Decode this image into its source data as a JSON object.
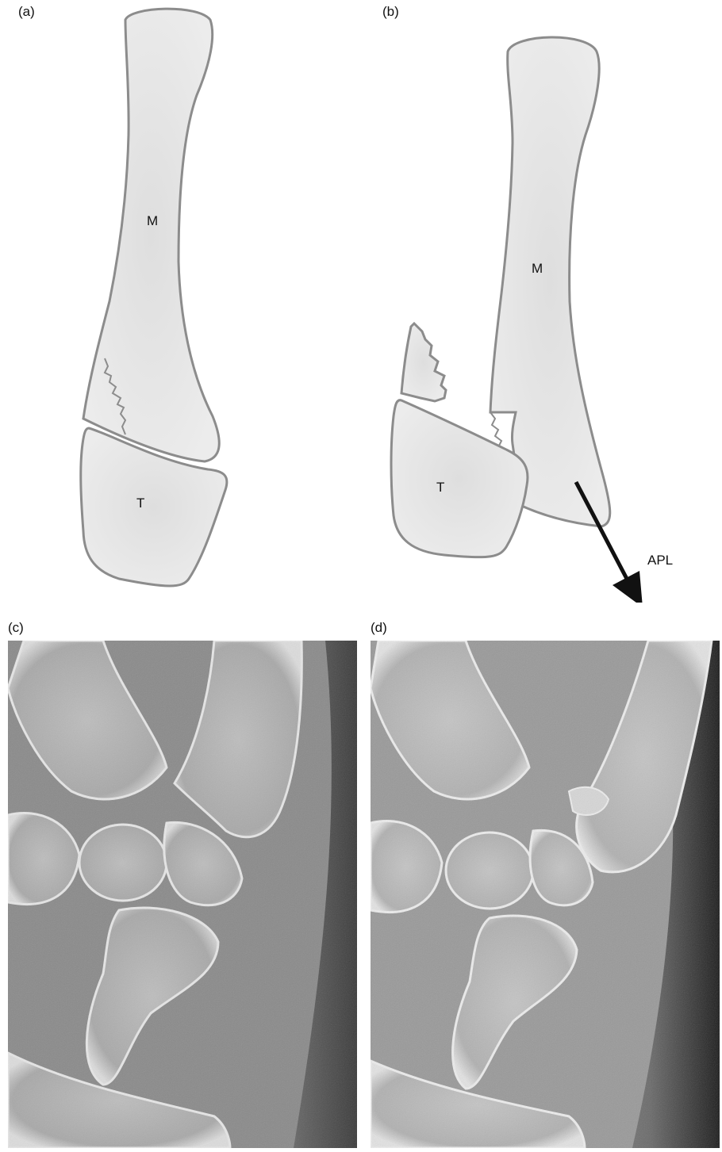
{
  "panels": {
    "a": {
      "label": "(a)",
      "metacarpal": "M",
      "trapezium": "T"
    },
    "b": {
      "label": "(b)",
      "metacarpal": "M",
      "trapezium": "T",
      "arrow_label": "APL"
    },
    "c": {
      "label": "(c)"
    },
    "d": {
      "label": "(d)"
    }
  },
  "colors": {
    "bone_fill": "#e8e8e8",
    "bone_stroke": "#8c8c8c",
    "arrow": "#111111"
  }
}
